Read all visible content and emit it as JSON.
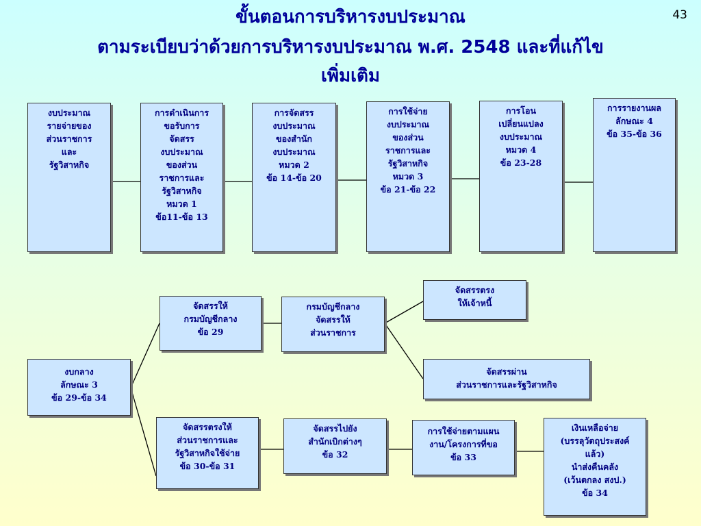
{
  "slide": {
    "title_line1": "ขั้นตอนการบริหารงบประมาณ",
    "title_line2": "ตามระเบียบว่าด้วยการบริหารงบประมาณ พ.ศ. 2548 และที่แก้ไข",
    "title_line3": "เพิ่มเติม",
    "page_number": "43"
  },
  "top_row": [
    "งบประมาณ\nรายจ่ายของ\nส่วนราชการ\nและ\nรัฐวิสาหกิจ",
    "การดำเนินการ\nขอรับการ\nจัดสรร\nงบประมาณ\nของส่วน\nราชการและ\nรัฐวิสาหกิจ\nหมวด 1\nข้อ11-ข้อ 13",
    "การจัดสรร\nงบประมาณ\nของสำนัก\nงบประมาณ\nหมวด 2\nข้อ 14-ข้อ 20",
    "การใช้จ่าย\nงบประมาณ\nของส่วน\nราชการและ\nรัฐวิสาหกิจ\nหมวด 3\nข้อ 21-ข้อ 22",
    "การโอน\nเปลี่ยนแปลง\nงบประมาณ\nหมวด 4\nข้อ 23-28",
    "การรายงานผล\nลักษณะ 4\nข้อ 35-ข้อ 36"
  ],
  "lower": {
    "central_budget": "งบกลาง\nลักษณะ 3\nข้อ 29-ข้อ 34",
    "alloc_to_cgd": "จัดสรรให้\nกรมบัญชีกลาง\nข้อ 29",
    "cgd_allocates": "กรมบัญชีกลาง\nจัดสรรให้\nส่วนราชการ",
    "direct_to_creditor": "จัดสรรตรง\nให้เจ้าหนี้",
    "via_agencies": "จัดสรรผ่าน\nส่วนราชการและรัฐวิสาหกิจ",
    "direct_to_agencies": "จัดสรรตรงให้\nส่วนราชการและ\nรัฐวิสาหกิจใช้จ่าย\nข้อ 30-ข้อ 31",
    "to_disbursing_offices": "จัดสรรไปยัง\nสำนักเบิกต่างๆ\nข้อ 32",
    "spend_per_plan": "การใช้จ่ายตามแผน\nงาน/โครงการที่ขอ\nข้อ 33",
    "leftover": "เงินเหลือจ่าย\n(บรรลุวัตถุประสงค์\nแล้ว)\nนำส่งคืนคลัง\n(เว้นตกลง สงป.)\nข้อ 34"
  },
  "colors": {
    "title": "#000099",
    "box_fill": "#cce6ff",
    "box_text": "#000080",
    "connector": "#000000"
  }
}
